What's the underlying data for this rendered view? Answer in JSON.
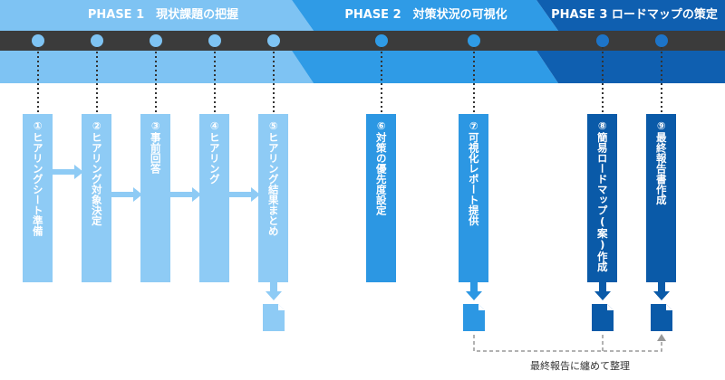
{
  "phases": [
    {
      "title": "PHASE 1　現状課題の把握",
      "color": "#7ec3f3"
    },
    {
      "title": "PHASE 2　対策状況の可視化",
      "color": "#2f9be6"
    },
    {
      "title": "PHASE 3 ロードマップの策定",
      "color": "#0f5fb0"
    }
  ],
  "steps": [
    {
      "label": "①ヒアリングシート準備",
      "color": "#8ecbf5"
    },
    {
      "label": "②ヒアリング対象決定",
      "color": "#8ecbf5"
    },
    {
      "label": "③事前回答",
      "color": "#8ecbf5"
    },
    {
      "label": "④ヒアリング",
      "color": "#8ecbf5"
    },
    {
      "label": "⑤ヒアリング結果まとめ",
      "color": "#8ecbf5"
    },
    {
      "label": "⑥対策の優先度設定",
      "color": "#2c97e3"
    },
    {
      "label": "⑦可視化レポート提供",
      "color": "#2c97e3"
    },
    {
      "label": "⑧簡易ロードマップ(案)作成",
      "color": "#0a5aa8"
    },
    {
      "label": "⑨最終報告書作成",
      "color": "#0a5aa8"
    }
  ],
  "colors": {
    "timeline_bar": "#3b3b3b",
    "doc_light": "#8ecbf5",
    "doc_mid": "#2c97e3",
    "doc_dark": "#0a5aa8",
    "dash": "#999999"
  },
  "note": "最終報告に纏めて整理"
}
